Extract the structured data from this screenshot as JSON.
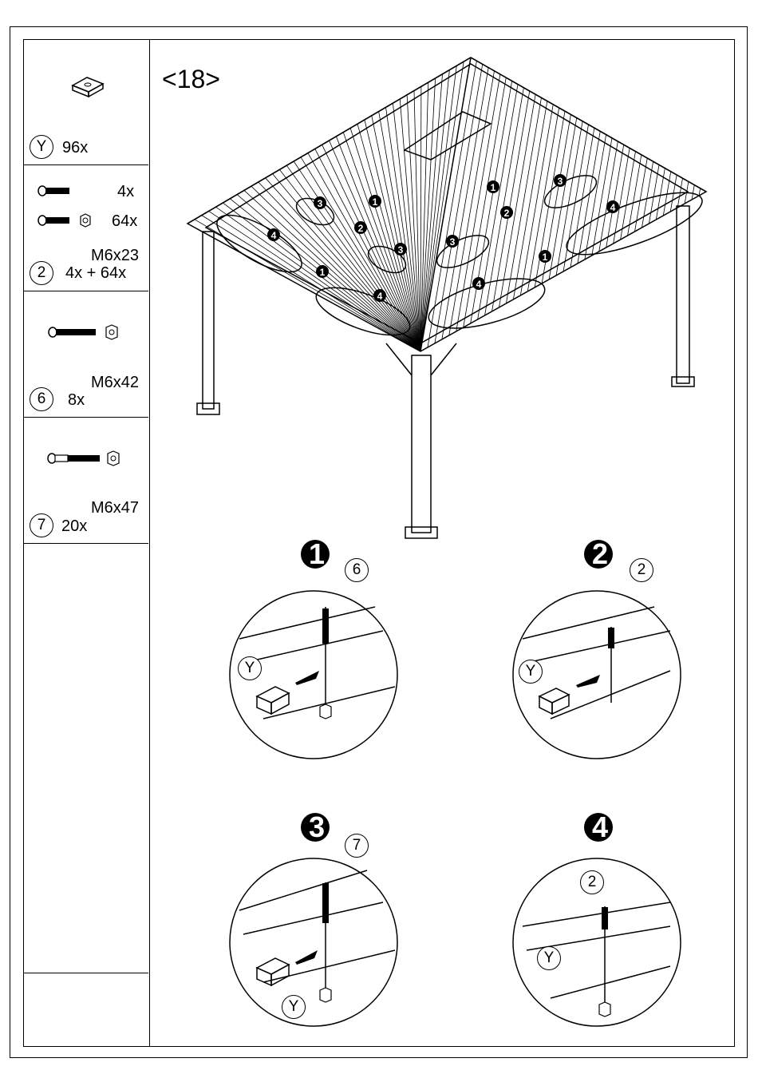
{
  "step_label": "<18>",
  "parts": [
    {
      "id": "Y",
      "qty": "96x"
    },
    {
      "id": "2",
      "qty_a": "4x",
      "qty_b": "64x",
      "spec": "M6x23",
      "total": "4x + 64x"
    },
    {
      "id": "6",
      "spec": "M6x42",
      "qty": "8x"
    },
    {
      "id": "7",
      "spec": "M6x47",
      "qty": "20x"
    }
  ],
  "overview_callouts": [
    "1",
    "2",
    "3",
    "4"
  ],
  "details": [
    {
      "num": "1",
      "bolt": "6",
      "part": "Y"
    },
    {
      "num": "2",
      "bolt": "2",
      "part": "Y"
    },
    {
      "num": "3",
      "bolt": "7",
      "part": "Y"
    },
    {
      "num": "4",
      "bolt": "2",
      "part": "Y"
    }
  ],
  "icons": [
    "spacer-block-icon",
    "bolt-icon",
    "nut-icon",
    "gazebo-illustration"
  ]
}
